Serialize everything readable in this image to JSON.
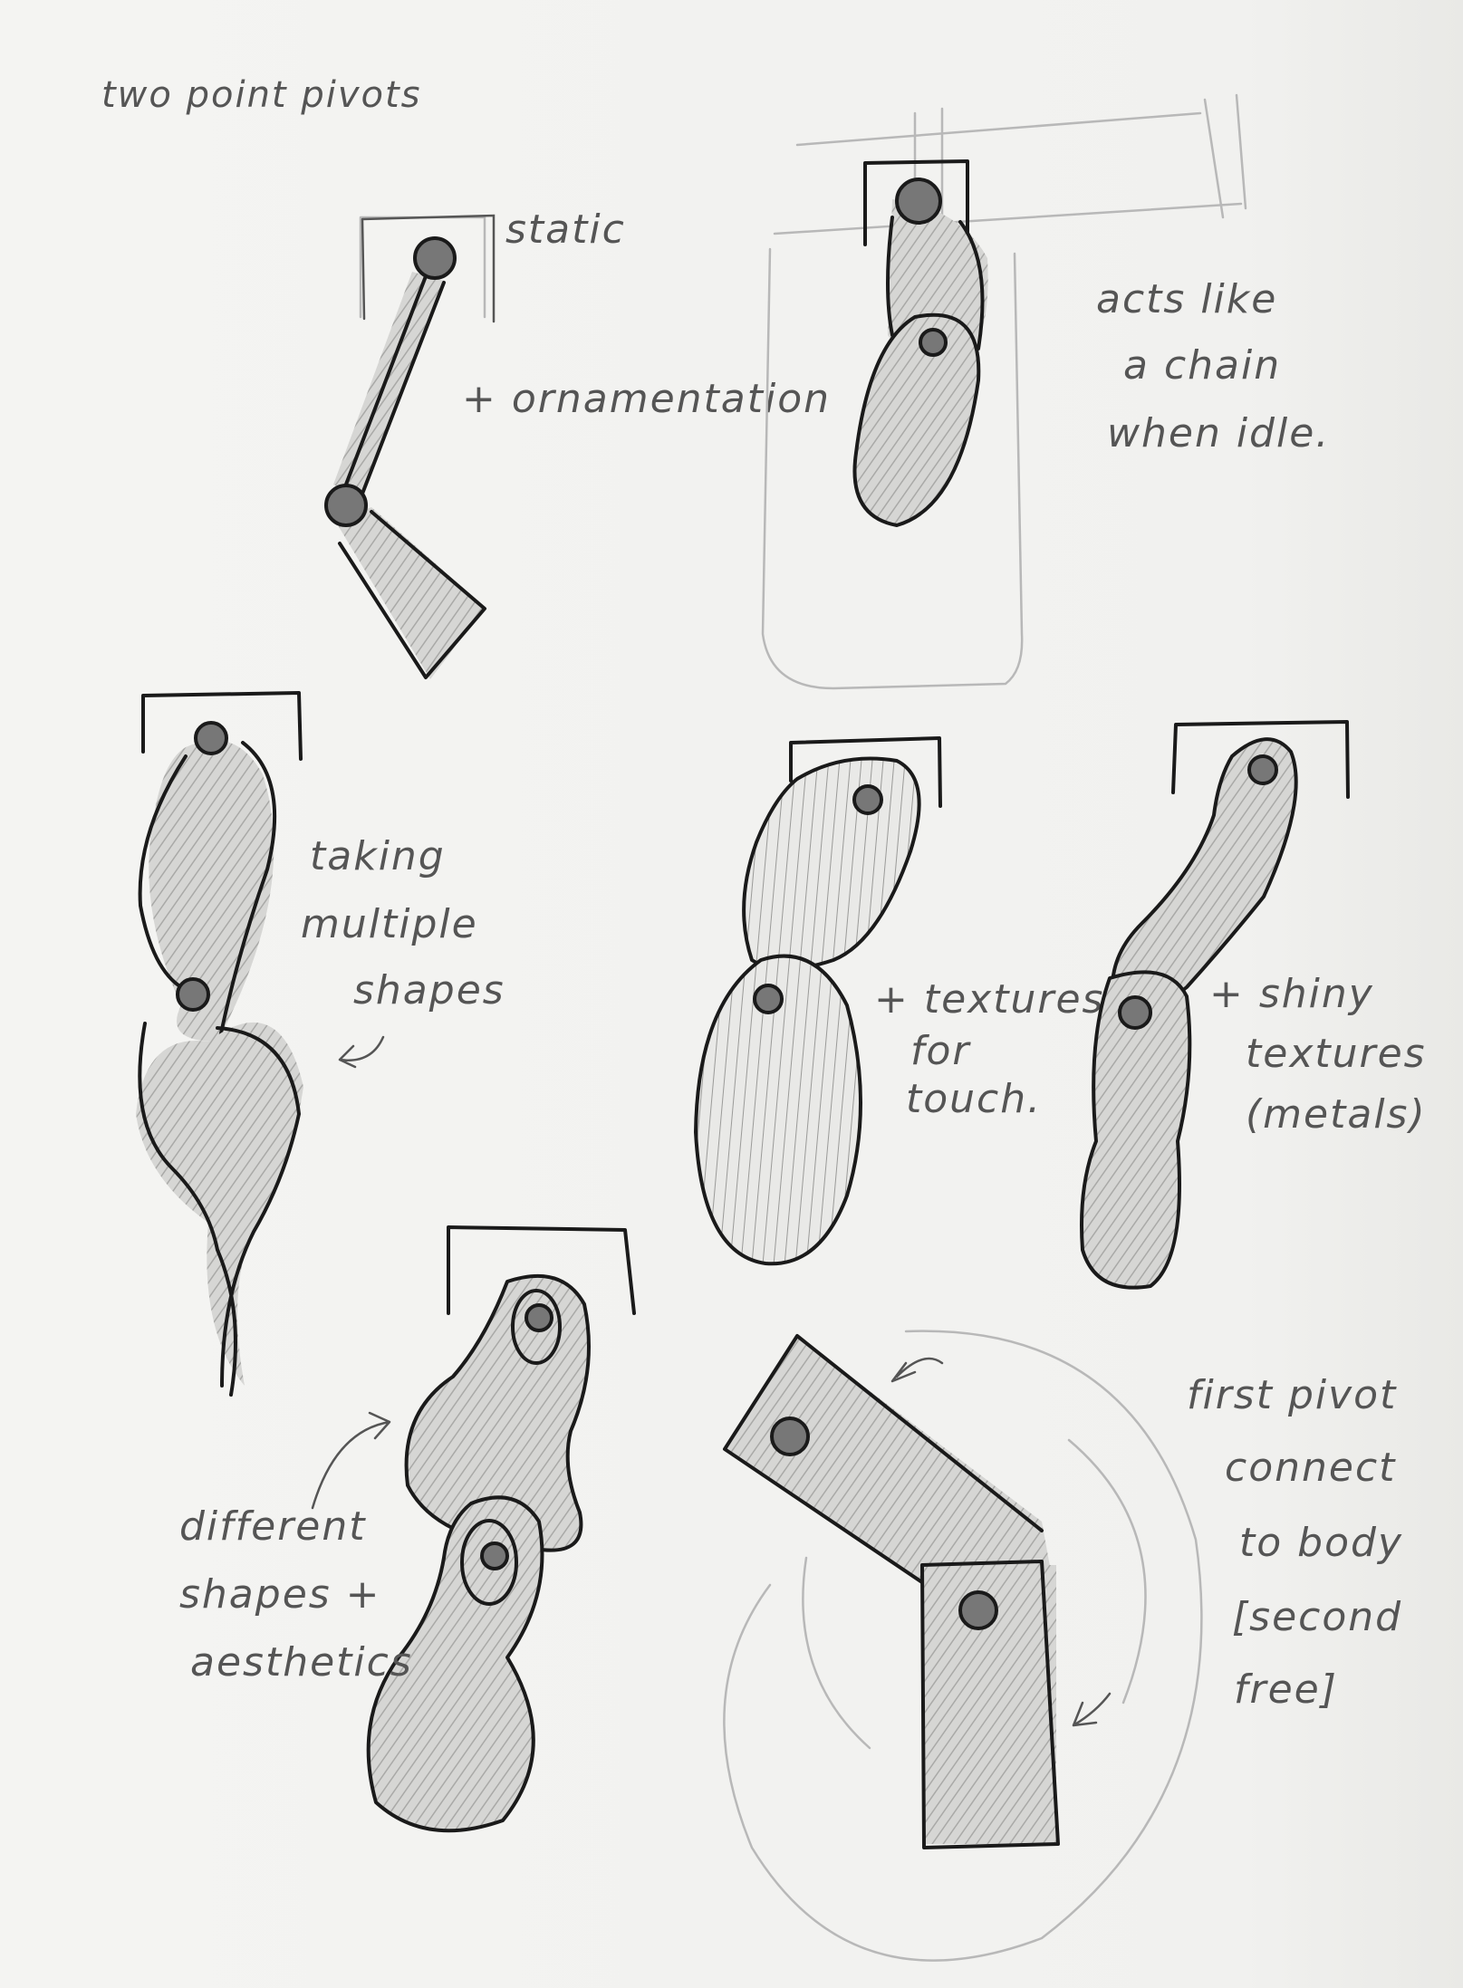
{
  "notes": {
    "title": "two point pivots",
    "static": "static",
    "ornamentation": "+ ornamentation",
    "chain": [
      "acts like",
      "a chain",
      "when idle."
    ],
    "multiple": [
      "taking",
      "multiple",
      "shapes"
    ],
    "touch": [
      "+ textures",
      "for",
      "touch."
    ],
    "shiny": [
      "+ shiny",
      "textures",
      "(metals)"
    ],
    "different": [
      "different",
      "shapes +",
      "aesthetics"
    ],
    "pivot": [
      "first pivot",
      "connect",
      "to body",
      "[second",
      "free]"
    ]
  },
  "colors": {
    "paper": "#f3f3f1",
    "ink": "#1a1a1a",
    "graphite": "#555555",
    "shade": "#c9c9c9"
  }
}
